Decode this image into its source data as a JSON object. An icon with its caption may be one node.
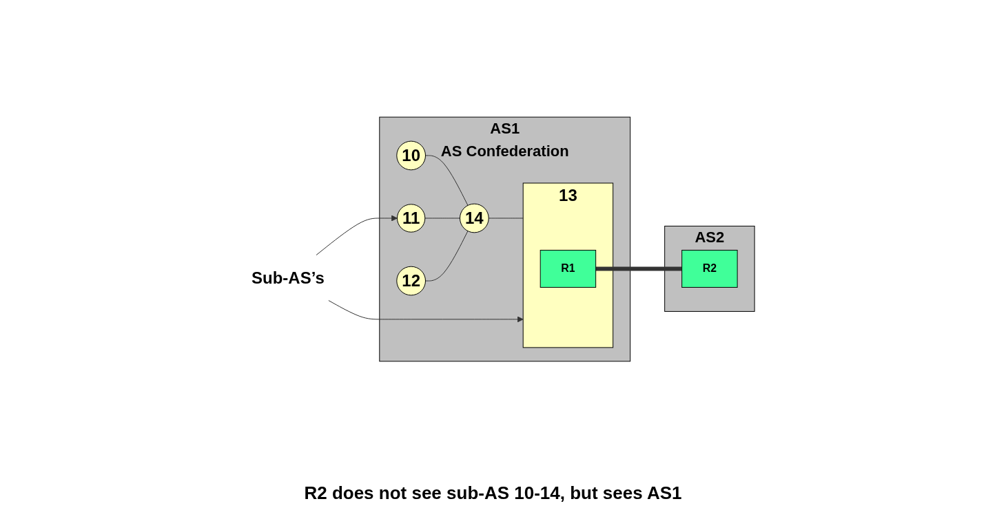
{
  "diagram": {
    "caption": "R2 does not see sub-AS 10-14, but sees AS1",
    "nodes": [
      {
        "text": [
          "AS1",
          "AS Confederation"
        ]
      },
      {
        "text": [
          "10"
        ],
        "in": 0
      },
      {
        "text": [
          "11"
        ],
        "in": 0
      },
      {
        "text": [
          "14"
        ],
        "in": 0
      },
      {
        "text": [
          "12"
        ],
        "in": 0
      },
      {
        "text": [
          "13"
        ],
        "in": 0
      },
      {
        "text": [
          "R1"
        ],
        "in": 5
      },
      {
        "text": [
          "AS2"
        ]
      },
      {
        "text": [
          "R2"
        ],
        "in": 7
      },
      {
        "text": [
          "Sub-AS’s"
        ]
      }
    ],
    "edges": [
      {
        "from": 1,
        "to": 3,
        "arrow": "none"
      },
      {
        "from": 2,
        "to": 3,
        "arrow": "none"
      },
      {
        "from": 4,
        "to": 3,
        "arrow": "none"
      },
      {
        "from": 3,
        "to": 5,
        "arrow": "none"
      },
      {
        "from": 6,
        "to": 8,
        "arrow": "none",
        "style": "thick"
      },
      {
        "from": 9,
        "to": 2,
        "arrow": "to"
      },
      {
        "from": 9,
        "to": 5,
        "arrow": "to"
      }
    ]
  }
}
